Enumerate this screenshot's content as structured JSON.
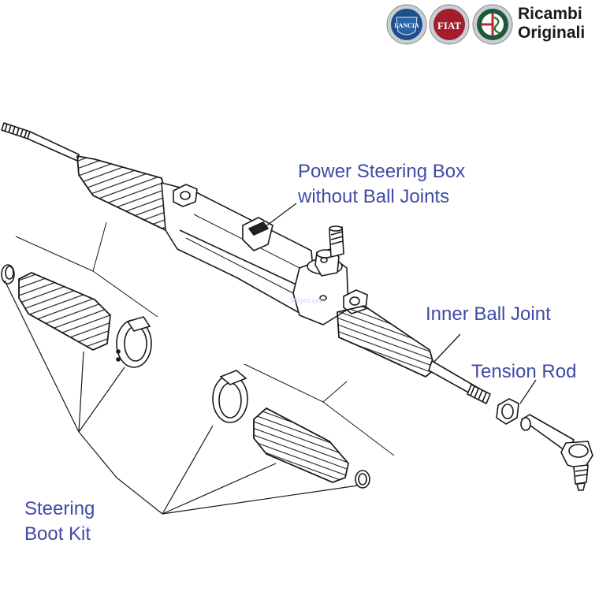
{
  "brand": {
    "line1": "Ricambi",
    "line2": "Originali",
    "logos": [
      {
        "name": "LANCIA",
        "color": "#1d4f8c"
      },
      {
        "name": "FIAT",
        "color": "#a31d2b"
      },
      {
        "name": "ALFA ROMEO",
        "color": "#1e5a3a"
      }
    ]
  },
  "watermark": "99rpm.com",
  "labels": {
    "power_steering_line1": "Power Steering Box",
    "power_steering_line2": "without Ball Joints",
    "inner_ball_joint": "Inner Ball Joint",
    "tension_rod": "Tension Rod",
    "steering_boot_line1": "Steering",
    "steering_boot_line2": "Boot Kit"
  },
  "colors": {
    "label": "#3f4aa6",
    "linework": "#1a1a1a"
  }
}
